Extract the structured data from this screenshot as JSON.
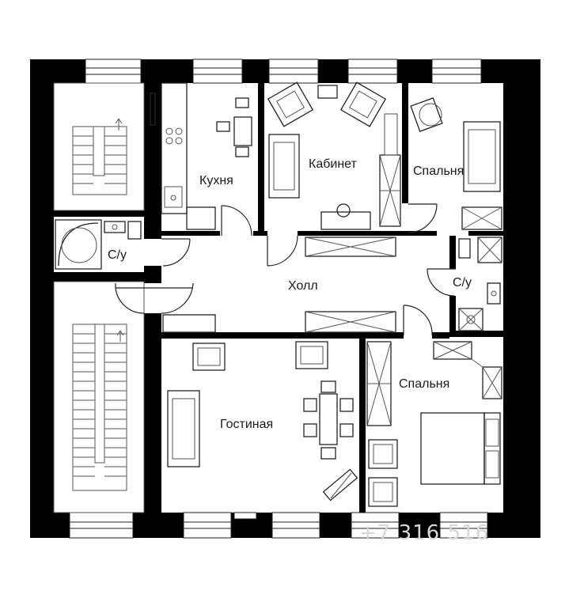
{
  "rooms": {
    "kitchen": "Кухня",
    "study": "Кабинет",
    "bedroom_top": "Спальня",
    "bathroom_left": "С/у",
    "bathroom_right": "С/у",
    "hall": "Холл",
    "living": "Гостиная",
    "bedroom_bottom": "Спальня"
  },
  "watermark": "+7 316 516",
  "colors": {
    "wall": "#000000",
    "line": "#222222",
    "background": "#ffffff"
  }
}
